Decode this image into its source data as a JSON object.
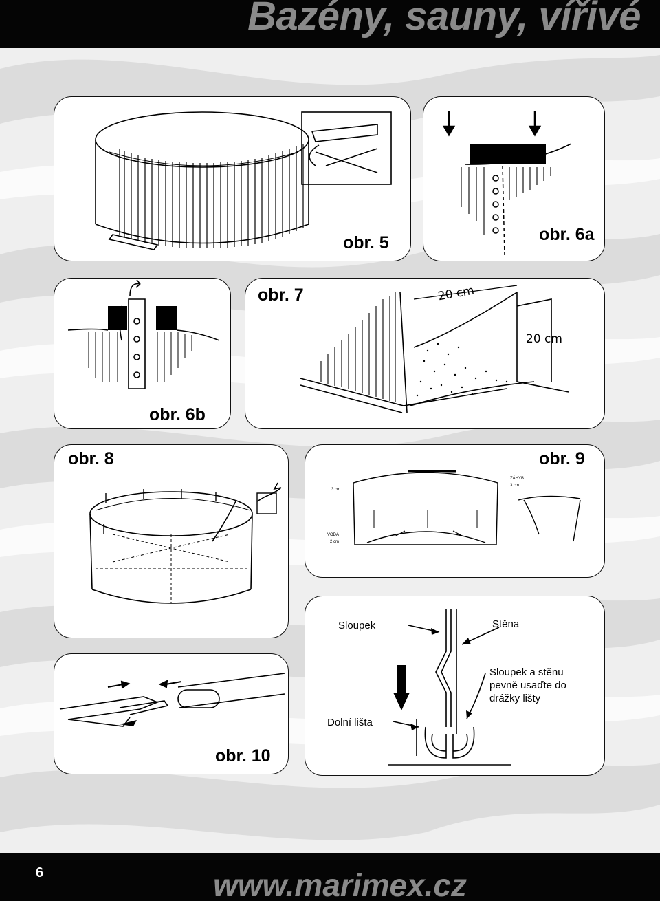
{
  "header": {
    "title": "Bazény, sauny, vířivé"
  },
  "figures": {
    "fig5": {
      "label": "obr. 5"
    },
    "fig6a": {
      "label": "obr. 6a"
    },
    "fig6b": {
      "label": "obr. 6b"
    },
    "fig7": {
      "label": "obr. 7",
      "dim_top": "20 cm",
      "dim_side": "20 cm"
    },
    "fig8": {
      "label": "obr. 8"
    },
    "fig9": {
      "label": "obr. 9",
      "ann_3cm": "3 cm",
      "ann_zahyb": "ZÁHYB",
      "ann_3cm_right": "3 cm",
      "ann_voda": "VODA",
      "ann_2cm": "2 cm"
    },
    "fig10": {
      "label": "obr. 10"
    },
    "fig11": {
      "sloupek": "Sloupek",
      "stena": "Stěna",
      "instruction_line1": "Sloupek a stěnu",
      "instruction_line2": "pevně usaďte do",
      "instruction_line3": "drážky lišty",
      "dolni_lista": "Dolní lišta"
    }
  },
  "footer": {
    "page_number": "6",
    "url": "www.marimex.cz"
  },
  "colors": {
    "header_bg": "#050505",
    "header_text": "#8a8a8a",
    "footer_url": "#8a8a8a",
    "page_number": "#ffffff",
    "wave_light": "#e9e9e9",
    "wave_dark": "#d2d2d2"
  }
}
